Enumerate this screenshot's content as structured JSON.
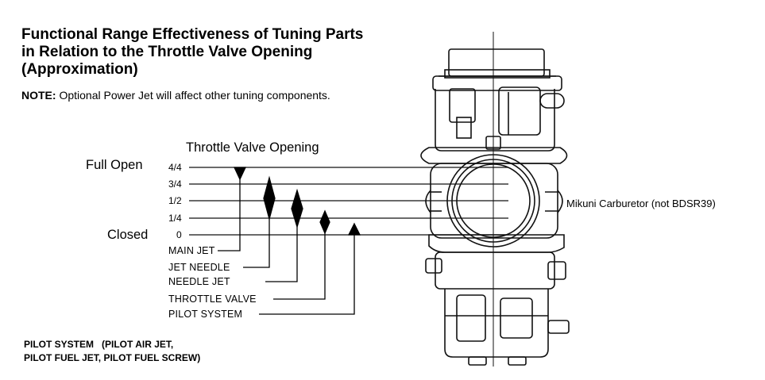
{
  "title": {
    "line1": "Functional Range Effectiveness of Tuning Parts",
    "line2": "in Relation to the Throttle Valve Opening",
    "line3": "(Approximation)"
  },
  "note": {
    "prefix": "NOTE:",
    "text": " Optional Power Jet will affect other tuning components."
  },
  "axis_title": "Throttle Valve Opening",
  "labels": {
    "full_open": "Full Open",
    "closed": "Closed"
  },
  "openings": [
    "4/4",
    "3/4",
    "1/2",
    "1/4",
    "0"
  ],
  "parts": [
    "MAIN JET",
    "JET NEEDLE",
    "NEEDLE JET",
    "THROTTLE VALVE",
    "PILOT SYSTEM"
  ],
  "pilot_note": {
    "line1": "PILOT SYSTEM   (PILOT AIR JET,",
    "line2": "PILOT FUEL JET, PILOT FUEL SCREW)"
  },
  "carb_caption": "Mikuni Carburetor (not BDSR39)"
}
